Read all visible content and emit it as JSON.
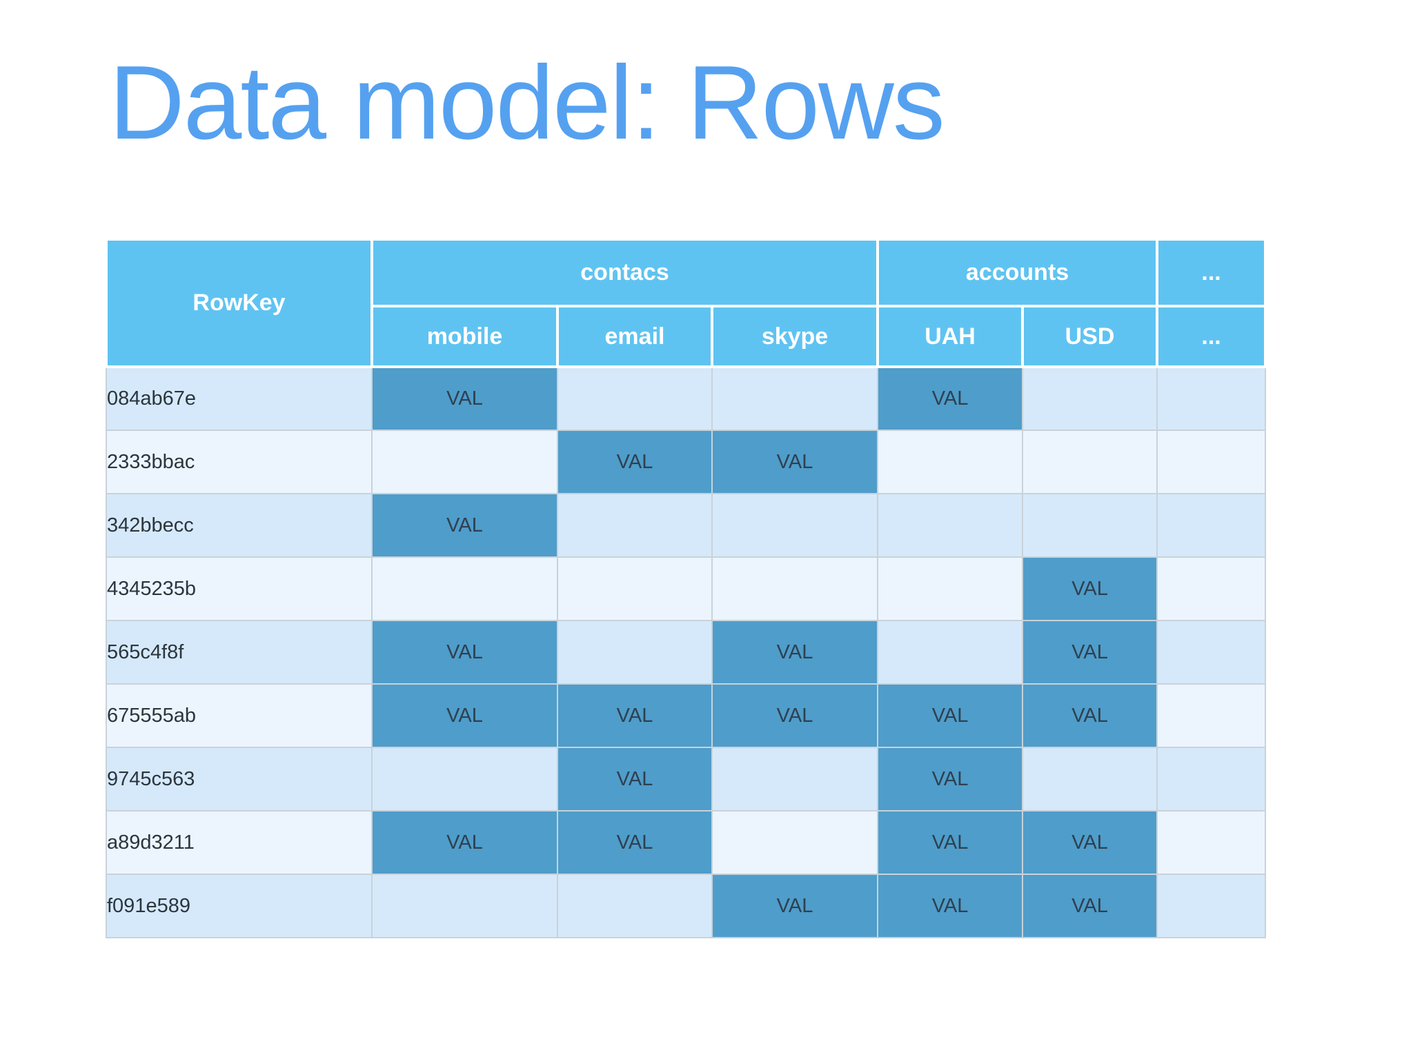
{
  "slide": {
    "title": "Data model: Rows"
  },
  "colors": {
    "title_blue": "#55a1f0",
    "header_blue": "#5fc3f1",
    "value_cell_blue": "#4f9dca",
    "row_stripe_light": "#d6e9fa",
    "row_stripe_lighter": "#ecf5fd",
    "value_text": "#2e4050",
    "key_text": "#2b353e"
  },
  "table": {
    "corner_header": "RowKey",
    "groups": [
      {
        "label": "contacs",
        "columns": [
          "mobile",
          "email",
          "skype"
        ]
      },
      {
        "label": "accounts",
        "columns": [
          "UAH",
          "USD"
        ]
      },
      {
        "label": "...",
        "columns": [
          "..."
        ]
      }
    ],
    "value_label": "VAL",
    "rows": [
      {
        "key": "084ab67e",
        "values": [
          1,
          0,
          0,
          1,
          0,
          0
        ]
      },
      {
        "key": "2333bbac",
        "values": [
          0,
          1,
          1,
          0,
          0,
          0
        ]
      },
      {
        "key": "342bbecc",
        "values": [
          1,
          0,
          0,
          0,
          0,
          0
        ]
      },
      {
        "key": "4345235b",
        "values": [
          0,
          0,
          0,
          0,
          1,
          0
        ]
      },
      {
        "key": "565c4f8f",
        "values": [
          1,
          0,
          1,
          0,
          1,
          0
        ]
      },
      {
        "key": "675555ab",
        "values": [
          1,
          1,
          1,
          1,
          1,
          0
        ]
      },
      {
        "key": "9745c563",
        "values": [
          0,
          1,
          0,
          1,
          0,
          0
        ]
      },
      {
        "key": "a89d3211",
        "values": [
          1,
          1,
          0,
          1,
          1,
          0
        ]
      },
      {
        "key": "f091e589",
        "values": [
          0,
          0,
          1,
          1,
          1,
          0
        ]
      }
    ]
  }
}
